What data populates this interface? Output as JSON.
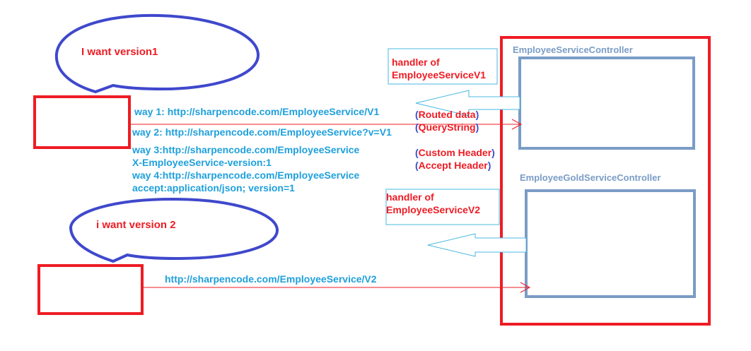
{
  "bubbles": {
    "top": "I want version1",
    "bottom": "i want version 2"
  },
  "handlers": {
    "v1_line1": "handler of",
    "v1_line2": "EmployeeServiceV1",
    "v2_line1": "handler of",
    "v2_line2": "EmployeeServiceV2"
  },
  "controllers": {
    "employee": "EmployeeServiceController",
    "gold": "EmployeeGoldServiceController"
  },
  "ways": {
    "way1": "way 1:   http://sharpencode.com/EmployeeService/V1",
    "way2": "way 2: http://sharpencode.com/EmployeeService?v=V1",
    "way3": "way 3:http://sharpencode.com/EmployeeService",
    "way3_header": "X-EmployeeService-version:1",
    "way4": "way 4:http://sharpencode.com/EmployeeService",
    "way4_header": "accept:application/json; version=1",
    "v2_url": "http://sharpencode.com/EmployeeService/V2"
  },
  "methods": {
    "routed": "Routed data",
    "query": "QueryString",
    "custom": "Custom Header",
    "accept": "Accept Header",
    "open": "(",
    "close": ")"
  },
  "colors": {
    "red": "#ee1c24",
    "blue_line": "#3f48cc",
    "url_blue": "#1ea0dc",
    "steel": "#7a9cc6"
  }
}
